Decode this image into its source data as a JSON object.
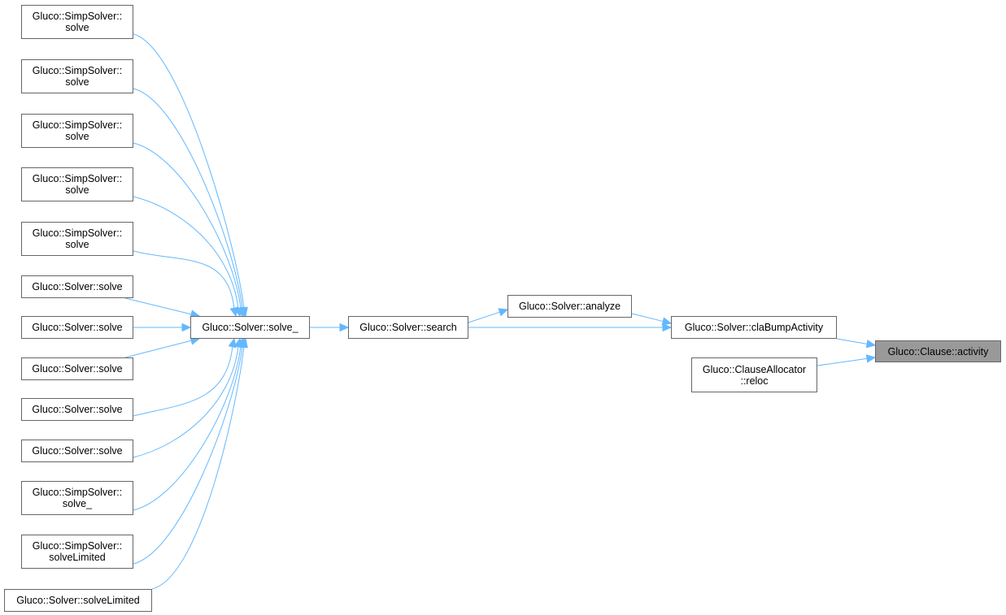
{
  "diagram": {
    "type": "caller-graph",
    "edge_color": "#63b8ff",
    "node_border_color": "#666666",
    "current_node_fill": "#999999",
    "nodes": [
      {
        "id": "n1",
        "lines": [
          "Gluco::SimpSolver::",
          "solve"
        ]
      },
      {
        "id": "n2",
        "lines": [
          "Gluco::SimpSolver::",
          "solve"
        ]
      },
      {
        "id": "n3",
        "lines": [
          "Gluco::SimpSolver::",
          "solve"
        ]
      },
      {
        "id": "n4",
        "lines": [
          "Gluco::SimpSolver::",
          "solve"
        ]
      },
      {
        "id": "n5",
        "lines": [
          "Gluco::SimpSolver::",
          "solve"
        ]
      },
      {
        "id": "n6",
        "lines": [
          "Gluco::Solver::solve"
        ]
      },
      {
        "id": "n7",
        "lines": [
          "Gluco::Solver::solve"
        ]
      },
      {
        "id": "n8",
        "lines": [
          "Gluco::Solver::solve"
        ]
      },
      {
        "id": "n9",
        "lines": [
          "Gluco::Solver::solve"
        ]
      },
      {
        "id": "n10",
        "lines": [
          "Gluco::Solver::solve"
        ]
      },
      {
        "id": "n11",
        "lines": [
          "Gluco::SimpSolver::",
          "solve_"
        ]
      },
      {
        "id": "n12",
        "lines": [
          "Gluco::SimpSolver::",
          "solveLimited"
        ]
      },
      {
        "id": "n13",
        "lines": [
          "Gluco::Solver::solveLimited"
        ]
      },
      {
        "id": "solve_",
        "lines": [
          "Gluco::Solver::solve_"
        ]
      },
      {
        "id": "search",
        "lines": [
          "Gluco::Solver::search"
        ]
      },
      {
        "id": "analyze",
        "lines": [
          "Gluco::Solver::analyze"
        ]
      },
      {
        "id": "claBump",
        "lines": [
          "Gluco::Solver::claBumpActivity"
        ]
      },
      {
        "id": "reloc",
        "lines": [
          "Gluco::ClauseAllocator",
          "::reloc"
        ]
      },
      {
        "id": "activity",
        "lines": [
          "Gluco::Clause::activity"
        ],
        "current": true
      }
    ],
    "edges": [
      {
        "from": "n1",
        "to": "solve_"
      },
      {
        "from": "n2",
        "to": "solve_"
      },
      {
        "from": "n3",
        "to": "solve_"
      },
      {
        "from": "n4",
        "to": "solve_"
      },
      {
        "from": "n5",
        "to": "solve_"
      },
      {
        "from": "n6",
        "to": "solve_"
      },
      {
        "from": "n7",
        "to": "solve_"
      },
      {
        "from": "n8",
        "to": "solve_"
      },
      {
        "from": "n9",
        "to": "solve_"
      },
      {
        "from": "n10",
        "to": "solve_"
      },
      {
        "from": "n11",
        "to": "solve_"
      },
      {
        "from": "n12",
        "to": "solve_"
      },
      {
        "from": "n13",
        "to": "solve_"
      },
      {
        "from": "solve_",
        "to": "search"
      },
      {
        "from": "search",
        "to": "analyze"
      },
      {
        "from": "search",
        "to": "claBump"
      },
      {
        "from": "analyze",
        "to": "claBump"
      },
      {
        "from": "claBump",
        "to": "activity"
      },
      {
        "from": "reloc",
        "to": "activity"
      }
    ]
  }
}
